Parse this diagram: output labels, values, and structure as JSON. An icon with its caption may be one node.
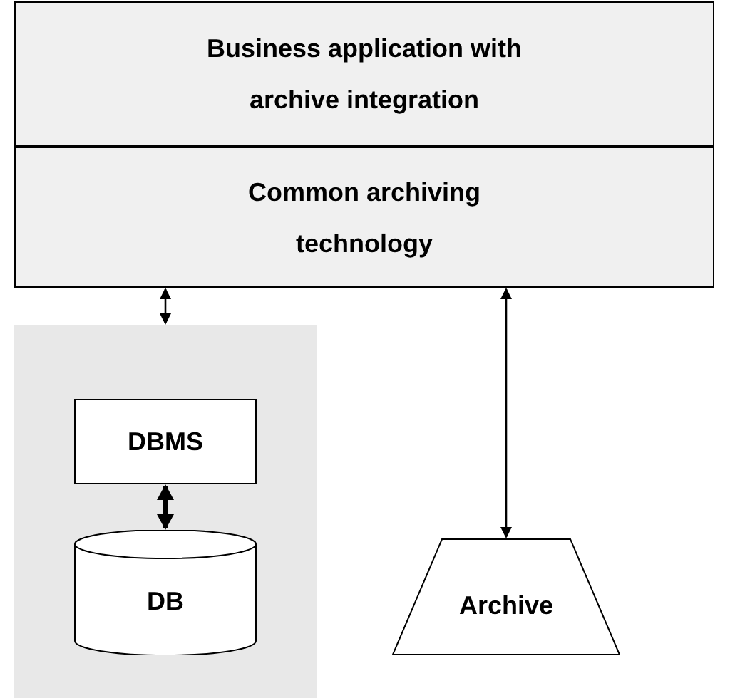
{
  "diagram": {
    "nodes": [
      {
        "text": [
          "Business application with archive integration"
        ]
      },
      {
        "text": [
          "Common archiving technology"
        ]
      },
      {
        "text": [],
        "shape": "box"
      },
      {
        "text": [
          "DBMS"
        ],
        "in": 2
      },
      {
        "text": [
          "DB"
        ],
        "in": 2
      },
      {
        "text": [
          "Archive"
        ]
      }
    ],
    "edges": [
      {
        "from": 1,
        "to": 2,
        "arrow": "both"
      },
      {
        "from": 3,
        "to": 4,
        "arrow": "both",
        "style": "thick"
      },
      {
        "from": 1,
        "to": 5,
        "arrow": "both"
      }
    ]
  }
}
